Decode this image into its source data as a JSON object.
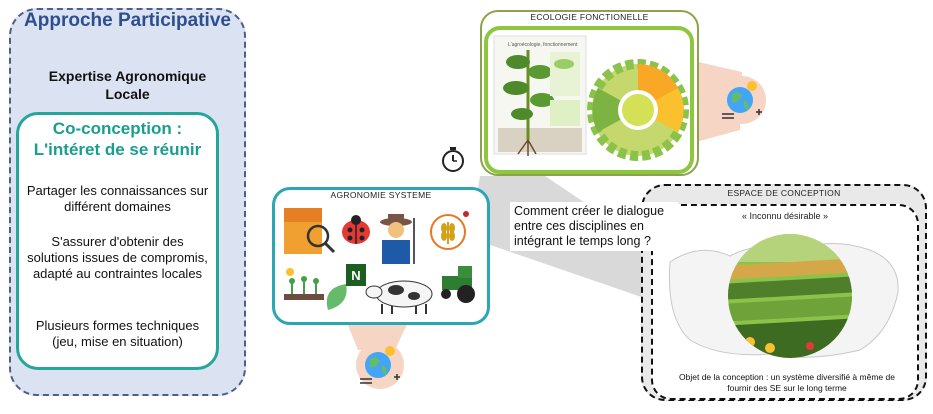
{
  "left_panel": {
    "title": "Approche Participative",
    "subtitle": "Expertise Agronomique Locale",
    "coconception": {
      "title": "Co-conception : L'intéret de se réunir",
      "items": [
        "Partager les connaissances sur différent domaines",
        "S'assurer d'obtenir des solutions issues de compromis, adapté au contraintes locales",
        "Plusieurs formes techniques (jeu, mise en situation)"
      ]
    }
  },
  "ecologie": {
    "label": "ECOLOGIE FONCTIONELLE",
    "inner_caption": "L'agroécologie, fonctionnement"
  },
  "agronomie": {
    "label": "AGRONOMIE SYSTEME"
  },
  "question": "Comment créer le dialogue entre ces disciplines en intégrant le temps long ?",
  "espace": {
    "label": "ESPACE DE CONCEPTION",
    "subtitle": "« Inconnu désirable »",
    "objet": "Objet de la conception : un système diversifié à même de fournir des SE sur le long terme"
  },
  "colors": {
    "left_border": "#4b5f8a",
    "left_bg": "#dbe3f3",
    "teal": "#26a69a",
    "eco_green": "#8dc63f",
    "agro_blue": "#2aa6b5",
    "peach": "#f6d5c4"
  },
  "icons": [
    "stopwatch-icon",
    "earth-climate-icon",
    "magnifier-icon",
    "ladybug-icon",
    "farmer-icon",
    "wheat-icon",
    "seedlings-icon",
    "nitrogen-icon",
    "leaf-icon",
    "cow-icon",
    "tractor-icon"
  ]
}
